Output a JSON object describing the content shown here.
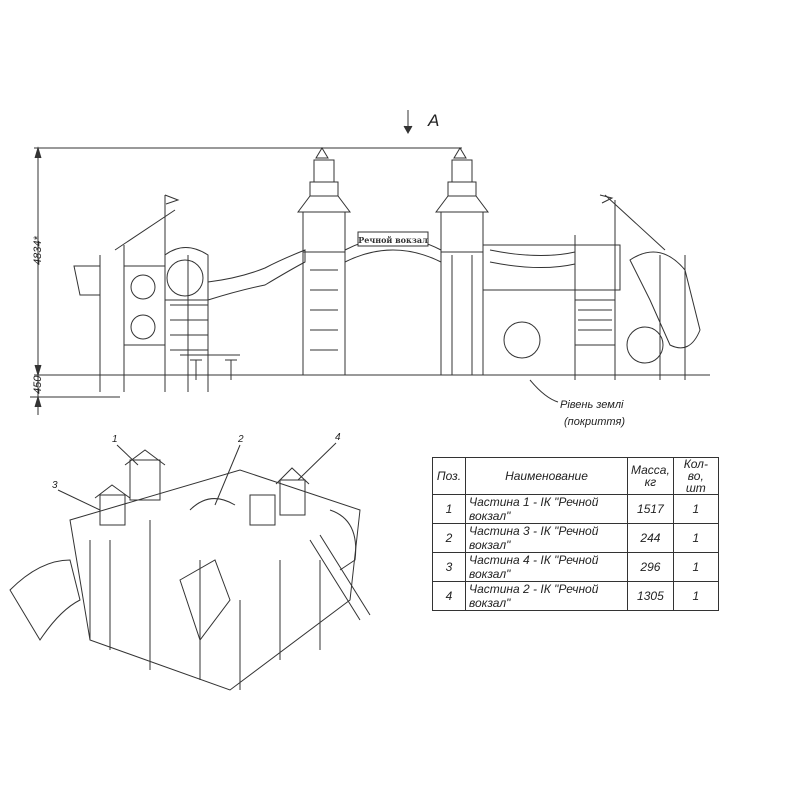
{
  "view_label": "A",
  "dimensions": {
    "height": "4834*",
    "base": "450"
  },
  "sign": "Речной вокзал",
  "ground_label": {
    "line1": "Рівень землі",
    "line2": "(покриття)"
  },
  "callouts": [
    "1",
    "2",
    "3",
    "4"
  ],
  "table": {
    "headers": {
      "pos": "Поз.",
      "name": "Наименование",
      "mass_line1": "Масса,",
      "mass_line2": "кг",
      "qty_line1": "Кол-во,",
      "qty_line2": "шт"
    },
    "rows": [
      {
        "pos": "1",
        "name": "Частина 1 - ІК \"Речной вокзал\"",
        "mass": "1517",
        "qty": "1"
      },
      {
        "pos": "2",
        "name": "Частина 3 - ІК \"Речной вокзал\"",
        "mass": "244",
        "qty": "1"
      },
      {
        "pos": "3",
        "name": "Частина 4 - ІК \"Речной вокзал\"",
        "mass": "296",
        "qty": "1"
      },
      {
        "pos": "4",
        "name": "Частина 2 - ІК \"Речной вокзал\"",
        "mass": "1305",
        "qty": "1"
      }
    ]
  }
}
